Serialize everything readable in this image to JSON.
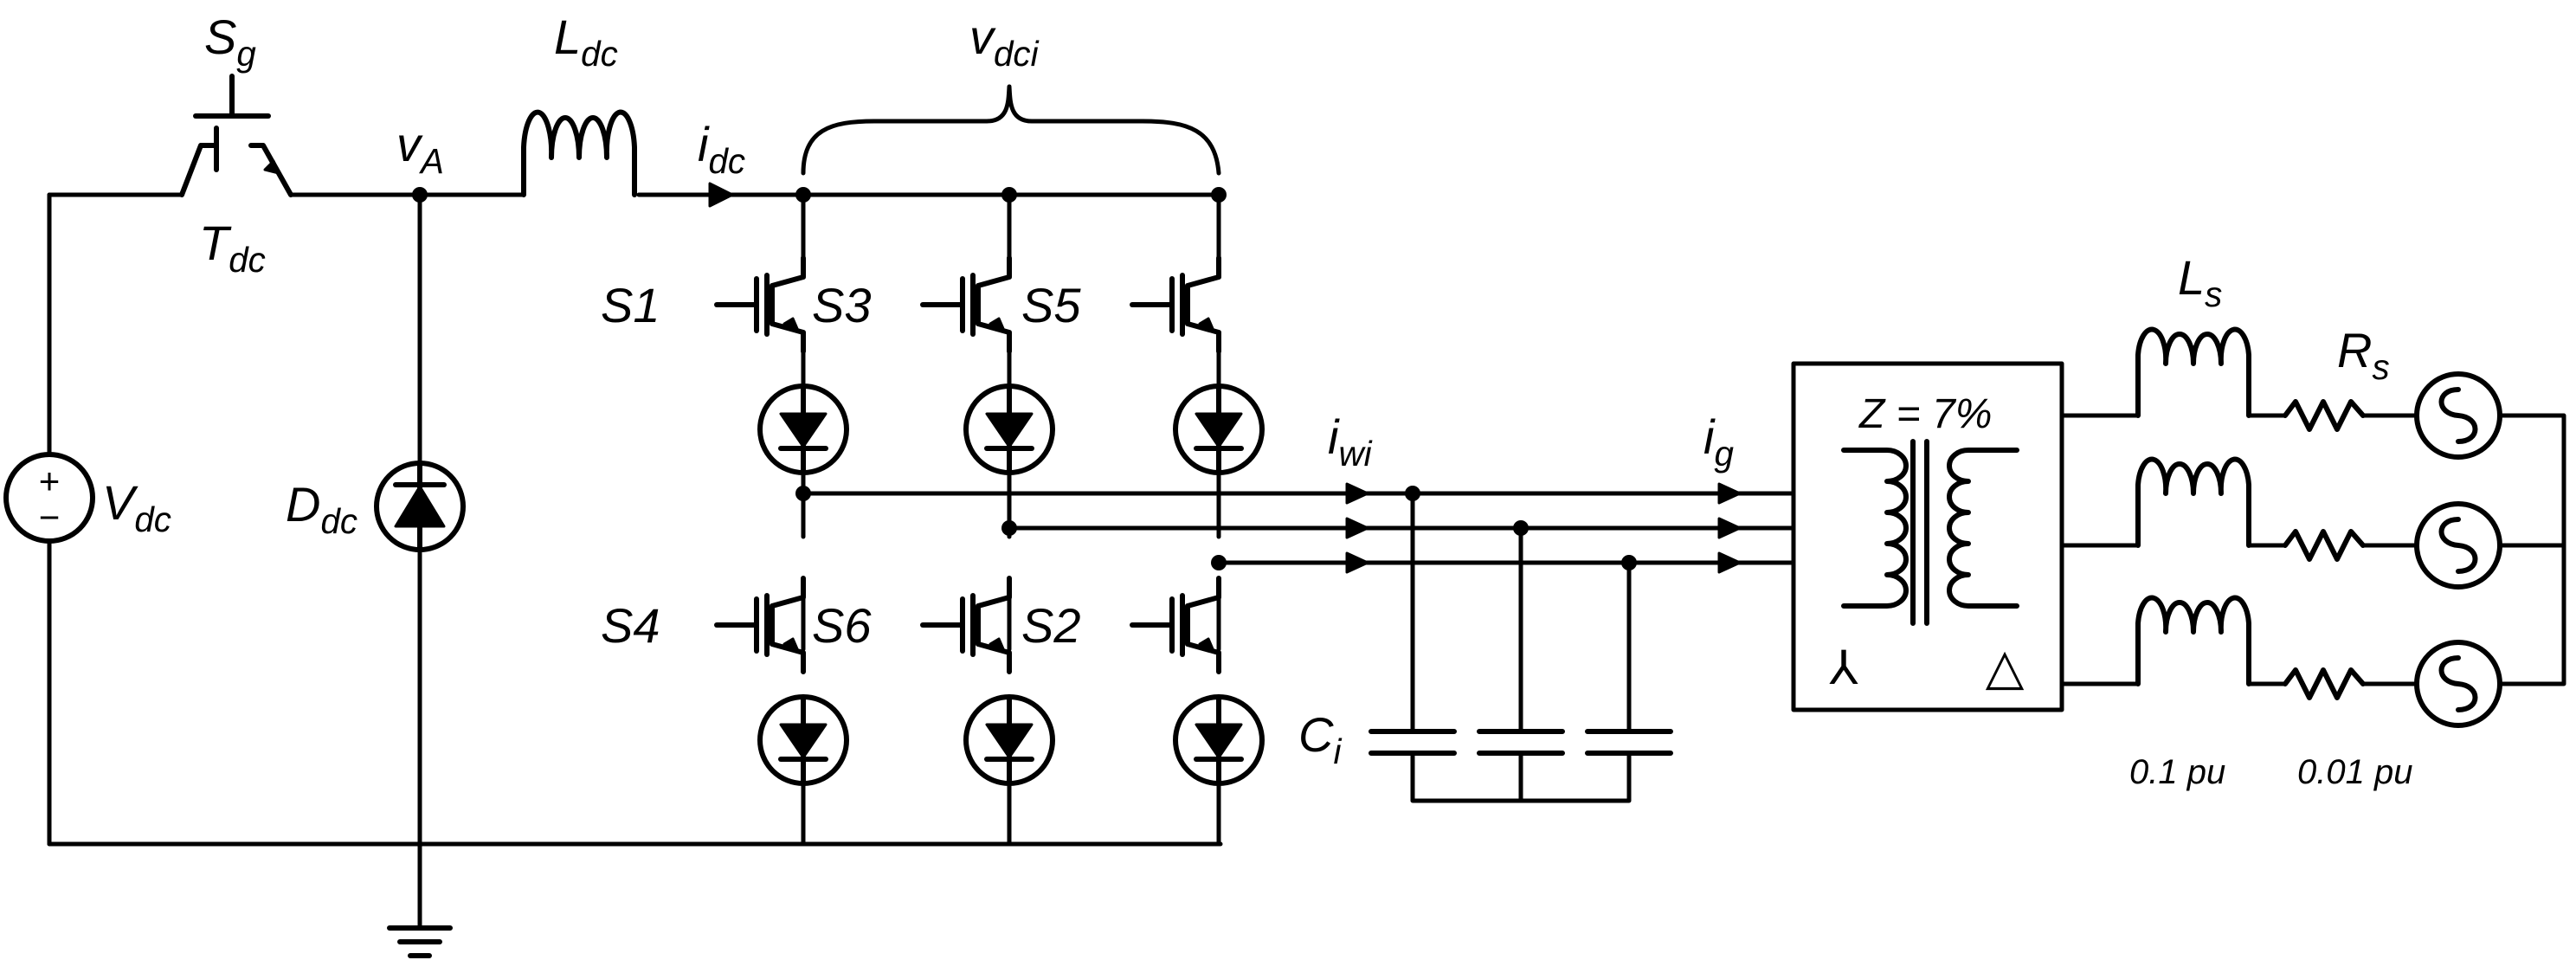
{
  "labels": {
    "sg_main": "S",
    "sg_sub": "g",
    "tdc_main": "T",
    "tdc_sub": "dc",
    "va_main": "v",
    "va_sub": "A",
    "ldc_main": "L",
    "ldc_sub": "dc",
    "idc_main": "i",
    "idc_sub": "dc",
    "vdci_main": "v",
    "vdci_sub": "dci",
    "vdc_main": "V",
    "vdc_sub": "dc",
    "ddc_main": "D",
    "ddc_sub": "dc",
    "s1": "S1",
    "s3": "S3",
    "s5": "S5",
    "s4": "S4",
    "s6": "S6",
    "s2": "S2",
    "iwi_main": "i",
    "iwi_sub": "wi",
    "ig_main": "i",
    "ig_sub": "g",
    "ci_main": "C",
    "ci_sub": "i",
    "z": "Z = 7%",
    "ls_main": "L",
    "ls_sub": "s",
    "rs_main": "R",
    "rs_sub": "s",
    "ls_value": "0.1 pu",
    "rs_value": "0.01 pu",
    "plus_sign": "+",
    "minus_sign": "−",
    "wye_symbol": "⅄",
    "delta_symbol": "△"
  },
  "icons": {
    "igbt": "igbt-icon",
    "diode": "diode-icon",
    "inductor": "inductor-icon",
    "resistor": "resistor-icon",
    "capacitor": "capacitor-icon",
    "transformer": "transformer-icon",
    "ac_source": "ac-source-icon",
    "dc_source": "dc-source-icon",
    "ground": "ground-icon"
  }
}
